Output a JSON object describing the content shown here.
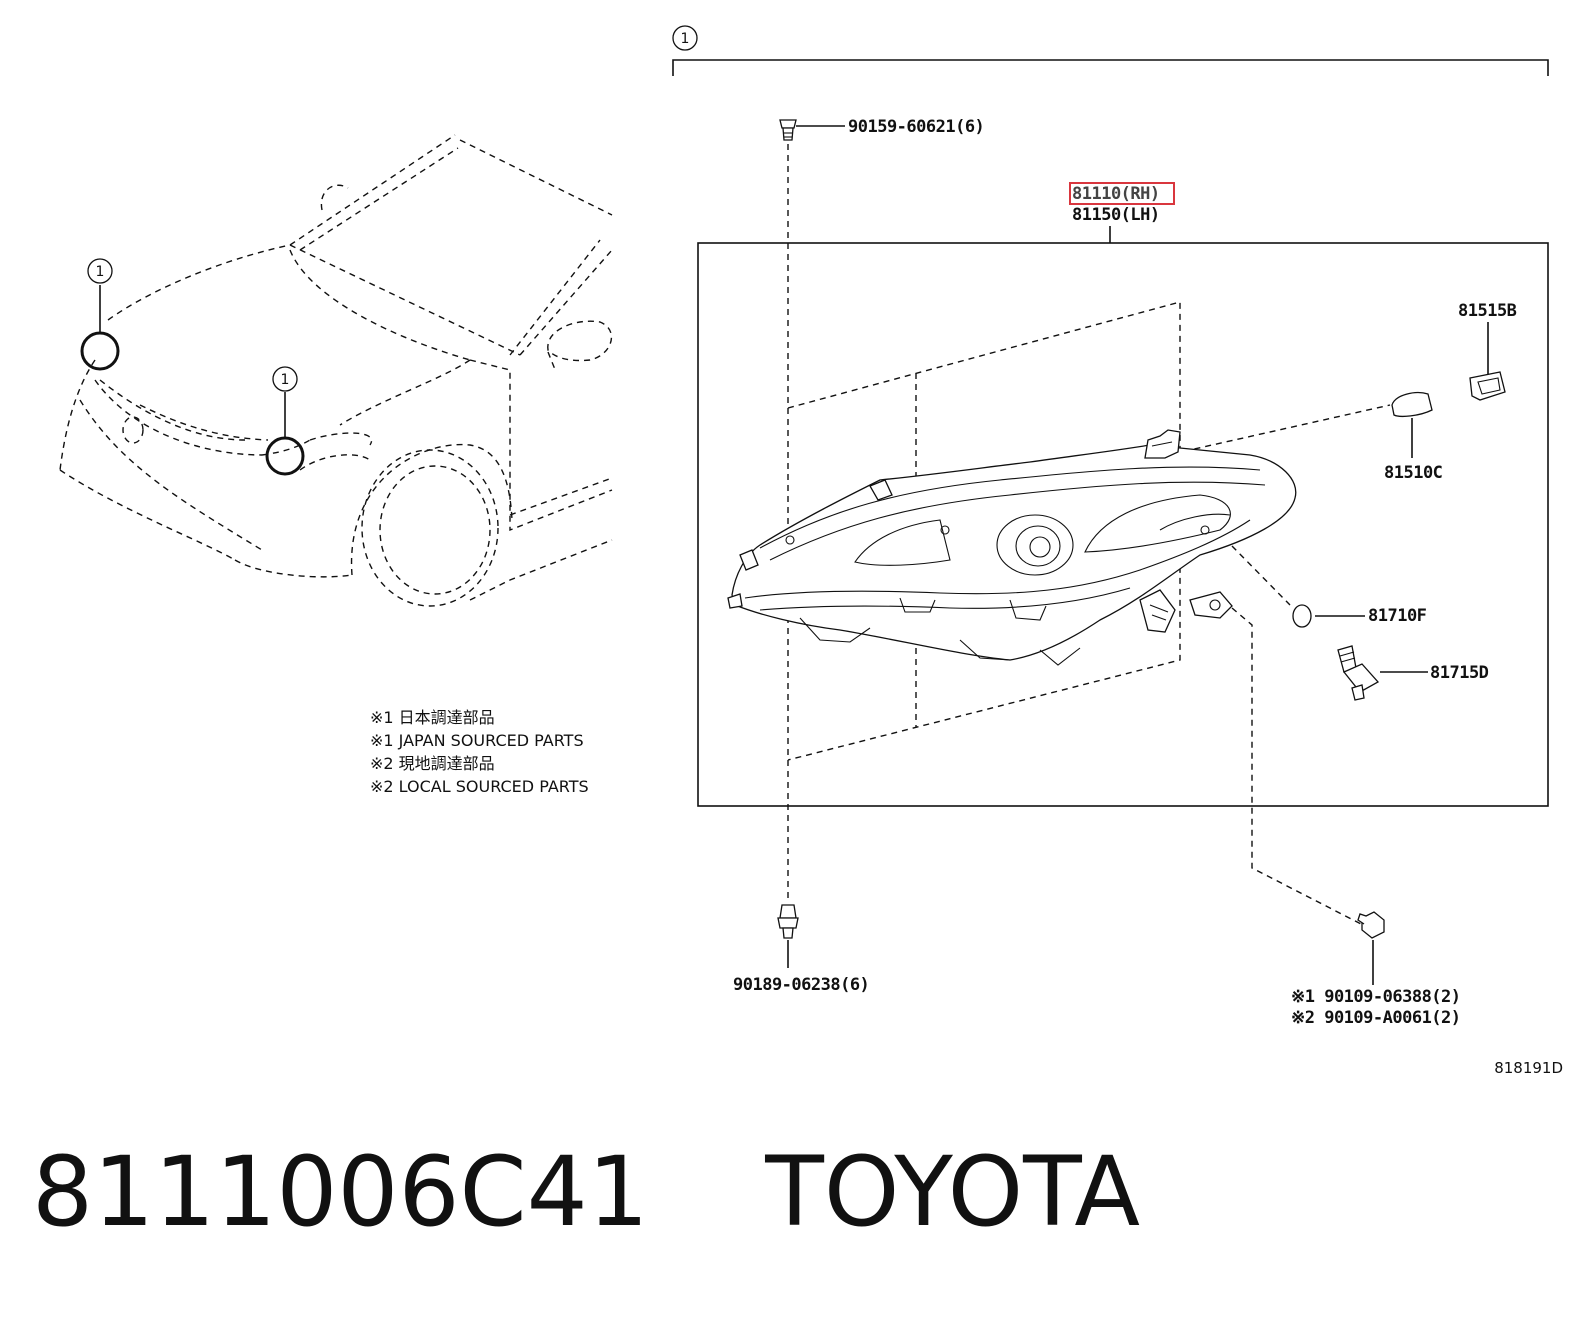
{
  "callout_number": "1",
  "main_part": {
    "label_rh": "81110(RH)",
    "label_lh": "81150(LH)",
    "highlight_color": "#d9363e"
  },
  "parts": [
    {
      "id": "screw-top",
      "label": "90159-60621(6)"
    },
    {
      "id": "socket",
      "label": "81515B"
    },
    {
      "id": "bulb-large",
      "label": "81510C"
    },
    {
      "id": "bulb-small",
      "label": "81710F"
    },
    {
      "id": "socket-small",
      "label": "81715D"
    },
    {
      "id": "screw-bottom",
      "label": "90189-06238(6)"
    },
    {
      "id": "bolt",
      "label_1": "※1 90109-06388(2)",
      "label_2": "※2 90109-A0061(2)"
    }
  ],
  "notes": [
    "※1 日本調達部品",
    "※1 JAPAN SOURCED PARTS",
    "※2 現地調達部品",
    "※2 LOCAL SOURCED PARTS"
  ],
  "diagram_code": "818191D",
  "caption": {
    "part_number": "8111006C41",
    "brand": "TOYOTA"
  }
}
